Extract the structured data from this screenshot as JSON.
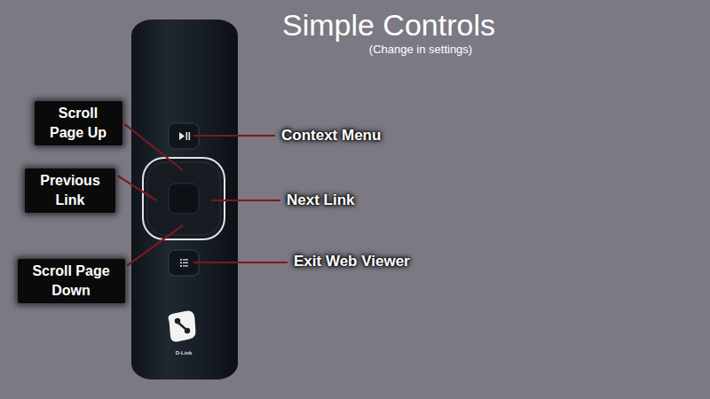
{
  "diagram": {
    "title": "Simple Controls",
    "nodes": [
      {
        "text": [
          "Scroll Page Up"
        ]
      },
      {
        "text": [
          "Previous Link"
        ]
      },
      {
        "text": [
          "Scroll Page Down"
        ]
      }
    ],
    "labels": [
      "(Change in settings)",
      "Context Menu",
      "Next Link",
      "Exit Web Viewer",
      "D-Link"
    ]
  }
}
